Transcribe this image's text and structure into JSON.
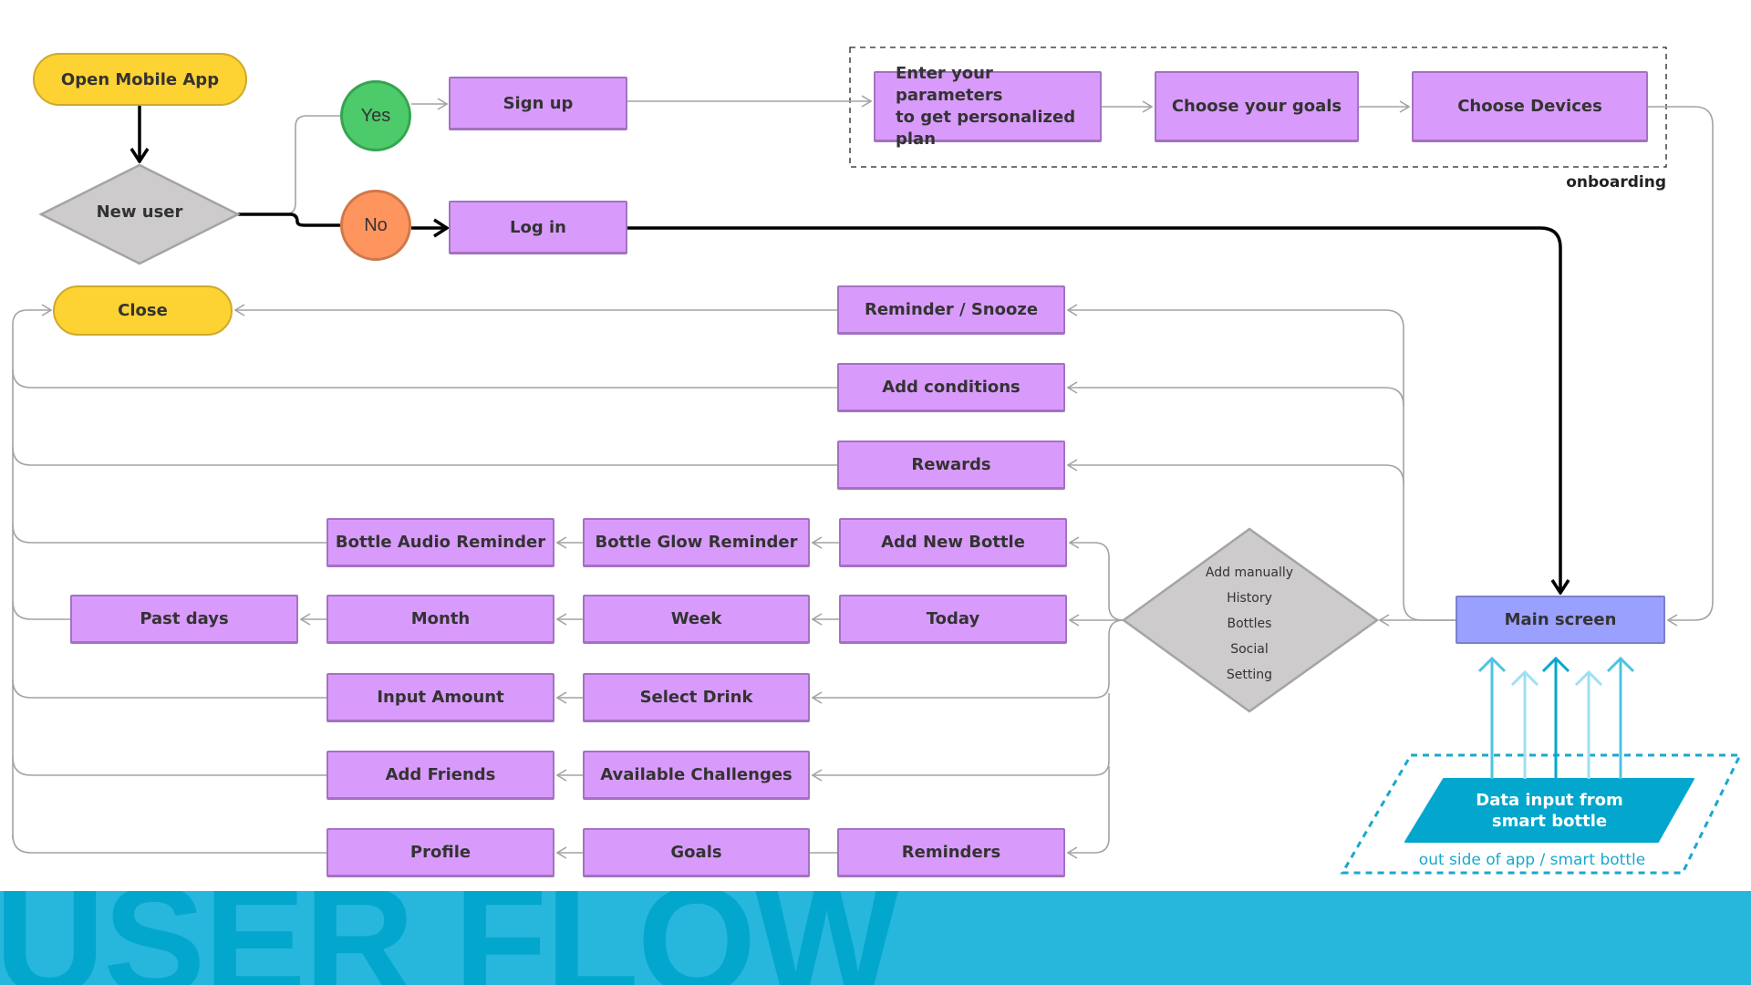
{
  "title": "USER FLOW",
  "start": {
    "label": "Open Mobile App"
  },
  "decision_new_user": {
    "label": "New user"
  },
  "branches": {
    "yes": "Yes",
    "no": "No"
  },
  "sign_up": "Sign up",
  "log_in": "Log in",
  "onboarding": {
    "label": "onboarding",
    "steps": [
      "Enter your parameters to get personalized plan",
      "Choose your goals",
      "Choose Devices"
    ],
    "step1_line1": "Enter your parameters",
    "step1_line2": "to get personalized plan"
  },
  "close": "Close",
  "main_screen": "Main screen",
  "main_menu": {
    "items": [
      "Add manually",
      "History",
      "Bottles",
      "Social",
      "Setting"
    ]
  },
  "direct_actions": [
    "Reminder / Snooze",
    "Add conditions",
    "Rewards"
  ],
  "rows": {
    "bottles": [
      "Add New Bottle",
      "Bottle Glow Reminder",
      "Bottle Audio Reminder"
    ],
    "history": [
      "Today",
      "Week",
      "Month",
      "Past days"
    ],
    "add_manually": [
      "Select Drink",
      "Input Amount"
    ],
    "social": [
      "Available Challenges",
      "Add Friends"
    ],
    "setting": [
      "Reminders",
      "Goals",
      "Profile"
    ]
  },
  "data_input": {
    "line1": "Data input from",
    "line2": "smart bottle"
  },
  "outside_label": "out side of app / smart bottle",
  "colors": {
    "process": "#d99bfb",
    "terminal": "#fdd233",
    "yes": "#4dca6a",
    "no": "#fe955f",
    "main_screen": "#9aa0fd",
    "decision": "#cdcbcc",
    "data_input": "#03a7cd",
    "banner": "#27b6dc"
  }
}
